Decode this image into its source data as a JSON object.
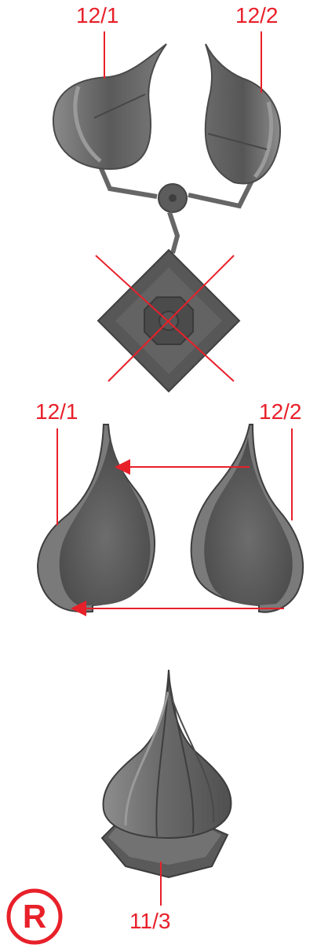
{
  "labels": {
    "top_left": "12/1",
    "top_right": "12/2",
    "mid_left": "12/1",
    "mid_right": "12/2",
    "bottom": "11/3"
  },
  "registered_mark": "R",
  "colors": {
    "annotation_red": "#e8202a",
    "part_gray": "#6f6f6f",
    "part_dark": "#4c4c4c",
    "part_light": "#9a9a9a"
  }
}
